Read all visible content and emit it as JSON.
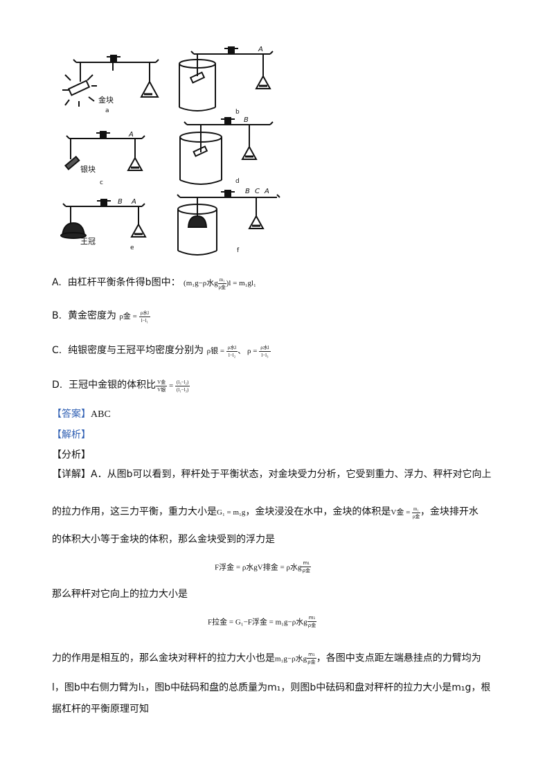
{
  "figure": {
    "labels": {
      "gold": "金块",
      "silver": "银块",
      "crown": "王冠",
      "a": "a",
      "b": "b",
      "c": "c",
      "d": "d",
      "e": "e",
      "f": "f",
      "A": "A",
      "B": "B",
      "C": "C"
    }
  },
  "options": {
    "A": {
      "prefix": "A.",
      "text": "由杠杆平衡条件得b图中：",
      "formula": "(m₁g−ρ水g",
      "frac_num": "m₁",
      "frac_den": "ρ金",
      "formula_tail": ")l = m₁gl₁"
    },
    "B": {
      "prefix": "B.",
      "text": "黄金密度为",
      "lhs": "ρ金 =",
      "frac_num": "ρ水l",
      "frac_den": "l−l₁"
    },
    "C": {
      "prefix": "C.",
      "text": "纯银密度与王冠平均密度分别为",
      "lhs1": "ρ银 =",
      "frac1_num": "ρ水l",
      "frac1_den": "l−l₂",
      "sep": "、",
      "lhs2": "ρ =",
      "frac2_num": "ρ水l",
      "frac2_den": "l−l₃"
    },
    "D": {
      "prefix": "D.",
      "text": "王冠中金银的体积比",
      "frac1_num": "V金",
      "frac1_den": "V银",
      "eq": "=",
      "frac2_num": "(l₃−l₂)",
      "frac2_den": "(l₁−l₃)"
    }
  },
  "answer": {
    "label": "【答案】",
    "value": "ABC"
  },
  "analysis_label": "【解析】",
  "fenxi_label": "【分析】",
  "detail": {
    "label": "【详解】",
    "line1": "A．从图b可以看到，秤杆处于平衡状态，对金块受力分析，它受到重力、浮力、秤杆对它向上",
    "line2a": "的拉力作用，这三力平衡，重力大小是",
    "line2_g": "G₁ = m₁g",
    "line2b": "，金块浸没在水中，金块的体积是",
    "line2_v": "V金 =",
    "line2_num": "m₁",
    "line2_den": "ρ金",
    "line2c": "，金块排开水",
    "line3": "的体积大小等于金块的体积，那么金块受到的浮力是",
    "formula1": "F浮金 = ρ水gV排金 = ρ水g",
    "formula1_num": "m₁",
    "formula1_den": "ρ金",
    "line4": "那么秤杆对它向上的拉力大小是",
    "formula2": "F拉金 = G₁−F浮金 = m₁g−ρ水g",
    "formula2_num": "m₁",
    "formula2_den": "ρ金",
    "line5a": "力的作用是相互的，那么金块对秤杆的拉力大小也是",
    "line5_f": "m₁g−ρ水g",
    "line5_num": "m₁",
    "line5_den": "ρ金",
    "line5b": "，各图中支点距左端悬挂点的力臂均为",
    "line6": "l，图b中右侧力臂为l₁，图b中砝码和盘的总质量为m₁，则图b中砝码和盘对秤杆的拉力大小是m₁g，根",
    "line7": "据杠杆的平衡原理可知"
  }
}
